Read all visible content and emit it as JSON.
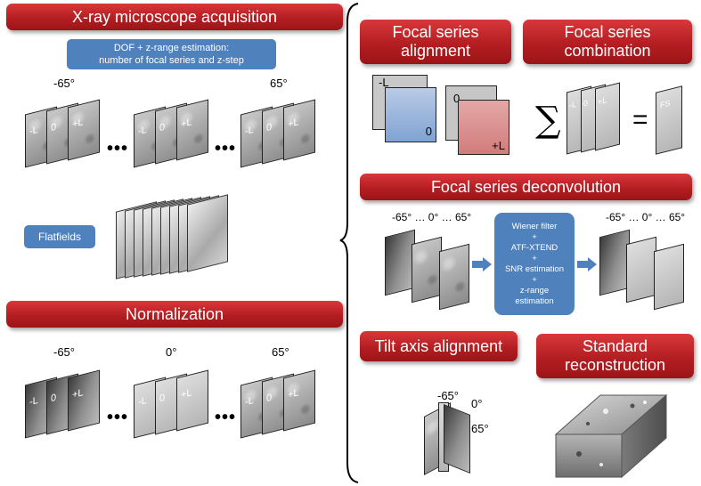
{
  "left": {
    "acq_title": "X-ray microscope acquisition",
    "dof_box": "DOF + z-range estimation:\nnumber of focal series and z-step",
    "angle_neg": "-65°",
    "angle_pos": "65°",
    "stack_labels": [
      "-L",
      "0",
      "+L"
    ],
    "ellipsis": "•••",
    "flatfields_label": "Flatfields",
    "norm_title": "Normalization",
    "norm_angles": [
      "-65°",
      "0°",
      "65°"
    ]
  },
  "right": {
    "align_title": "Focal series alignment",
    "combo_title": "Focal series combination",
    "align_labels": [
      "-L",
      "0",
      "0",
      "+L"
    ],
    "sum_symbol": "∑",
    "equals_symbol": "=",
    "fs_label": "FS",
    "deconv_title": "Focal series deconvolution",
    "deconv_range_left": "-65° … 0° … 65°",
    "deconv_range_right": "-65° … 0° … 65°",
    "deconv_box_lines": [
      "Wiener filter",
      "+",
      "ATF-XTEND",
      "+",
      "SNR estimation",
      "+",
      "z-range",
      "estimation"
    ],
    "tilt_title": "Tilt axis alignment",
    "tilt_angles": [
      "-65°",
      "0°",
      "65°"
    ],
    "recon_title": "Standard reconstruction"
  }
}
